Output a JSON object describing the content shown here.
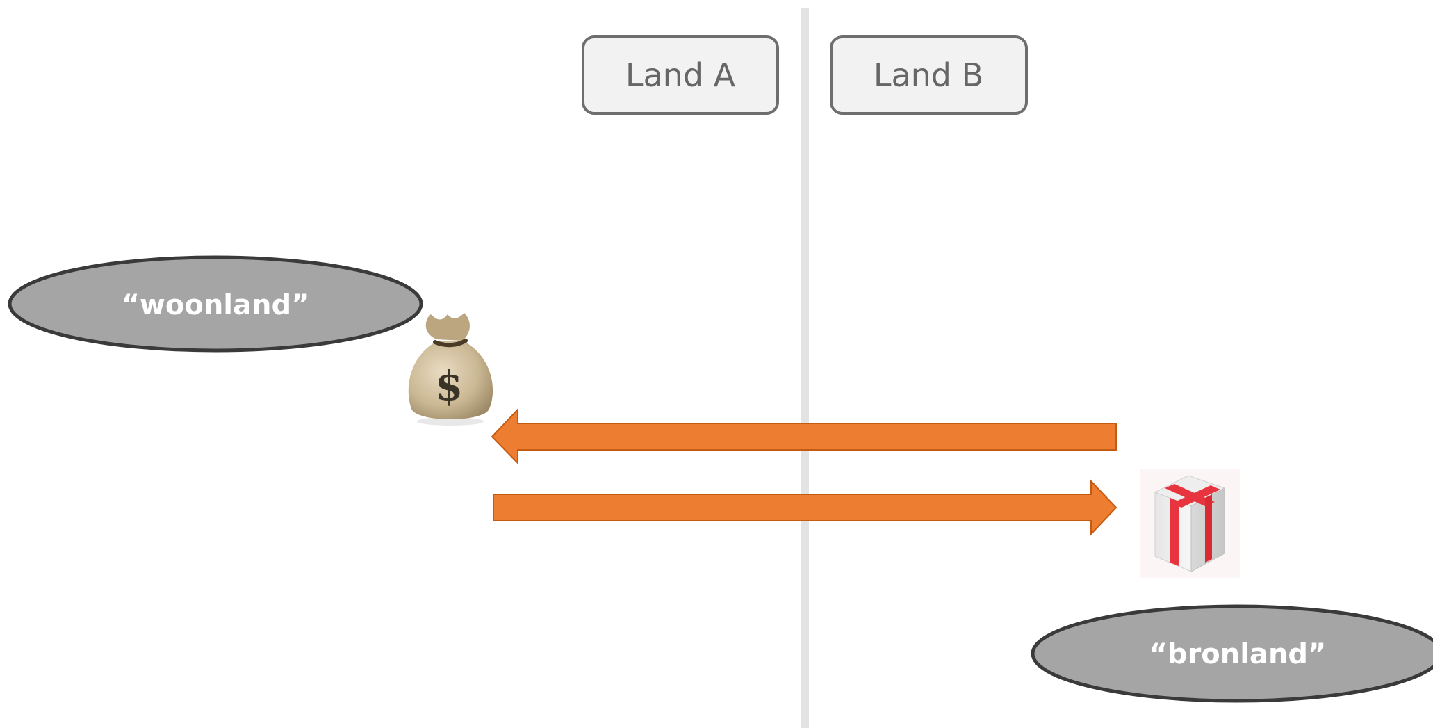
{
  "boxes": {
    "land_a": "Land A",
    "land_b": "Land B"
  },
  "ovals": {
    "woonland": "“woonland”",
    "bronland": "“bronland”"
  },
  "arrows": {
    "money_flow_direction": "left",
    "goods_flow_direction": "right"
  },
  "icons": {
    "money": "money-bag-icon",
    "goods": "gift-box-icon"
  },
  "colors": {
    "arrow_fill": "#ED7D31",
    "arrow_stroke": "#C55A11",
    "oval_fill": "#A5A5A5",
    "oval_stroke": "#3A3A3A",
    "box_fill": "#F2F2F2",
    "box_stroke": "#6E6E6E",
    "divider": "#E3E3E3"
  }
}
